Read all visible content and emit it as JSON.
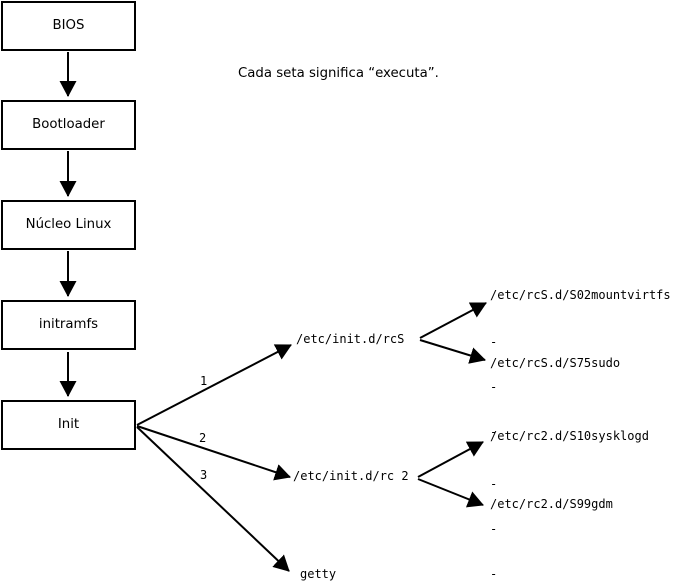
{
  "diagram": {
    "caption": "Cada seta significa “executa”.",
    "boxes": [
      {
        "id": "bios",
        "label": "BIOS"
      },
      {
        "id": "bootloader",
        "label": "Bootloader"
      },
      {
        "id": "kernel",
        "label": "Núcleo Linux"
      },
      {
        "id": "initramfs",
        "label": "initramfs"
      },
      {
        "id": "init",
        "label": "Init"
      }
    ],
    "branch_labels": [
      "1",
      "2",
      "3"
    ],
    "runlevel_scripts": {
      "rcS": {
        "label": "/etc/init.d/rcS",
        "first": "/etc/rcS.d/S02mountvirtfs",
        "ellipsis": [
          "-",
          "-",
          "-"
        ],
        "last": "/etc/rcS.d/S75sudo"
      },
      "rc2": {
        "label": "/etc/init.d/rc 2",
        "first": "/etc/rc2.d/S10sysklogd",
        "ellipsis": [
          "-",
          "-",
          "-"
        ],
        "last": "/etc/rc2.d/S99gdm"
      },
      "getty": {
        "label": "getty"
      }
    },
    "colors": {
      "line": "#000000",
      "background": "#ffffff",
      "box_fill": "#ffffff"
    }
  }
}
